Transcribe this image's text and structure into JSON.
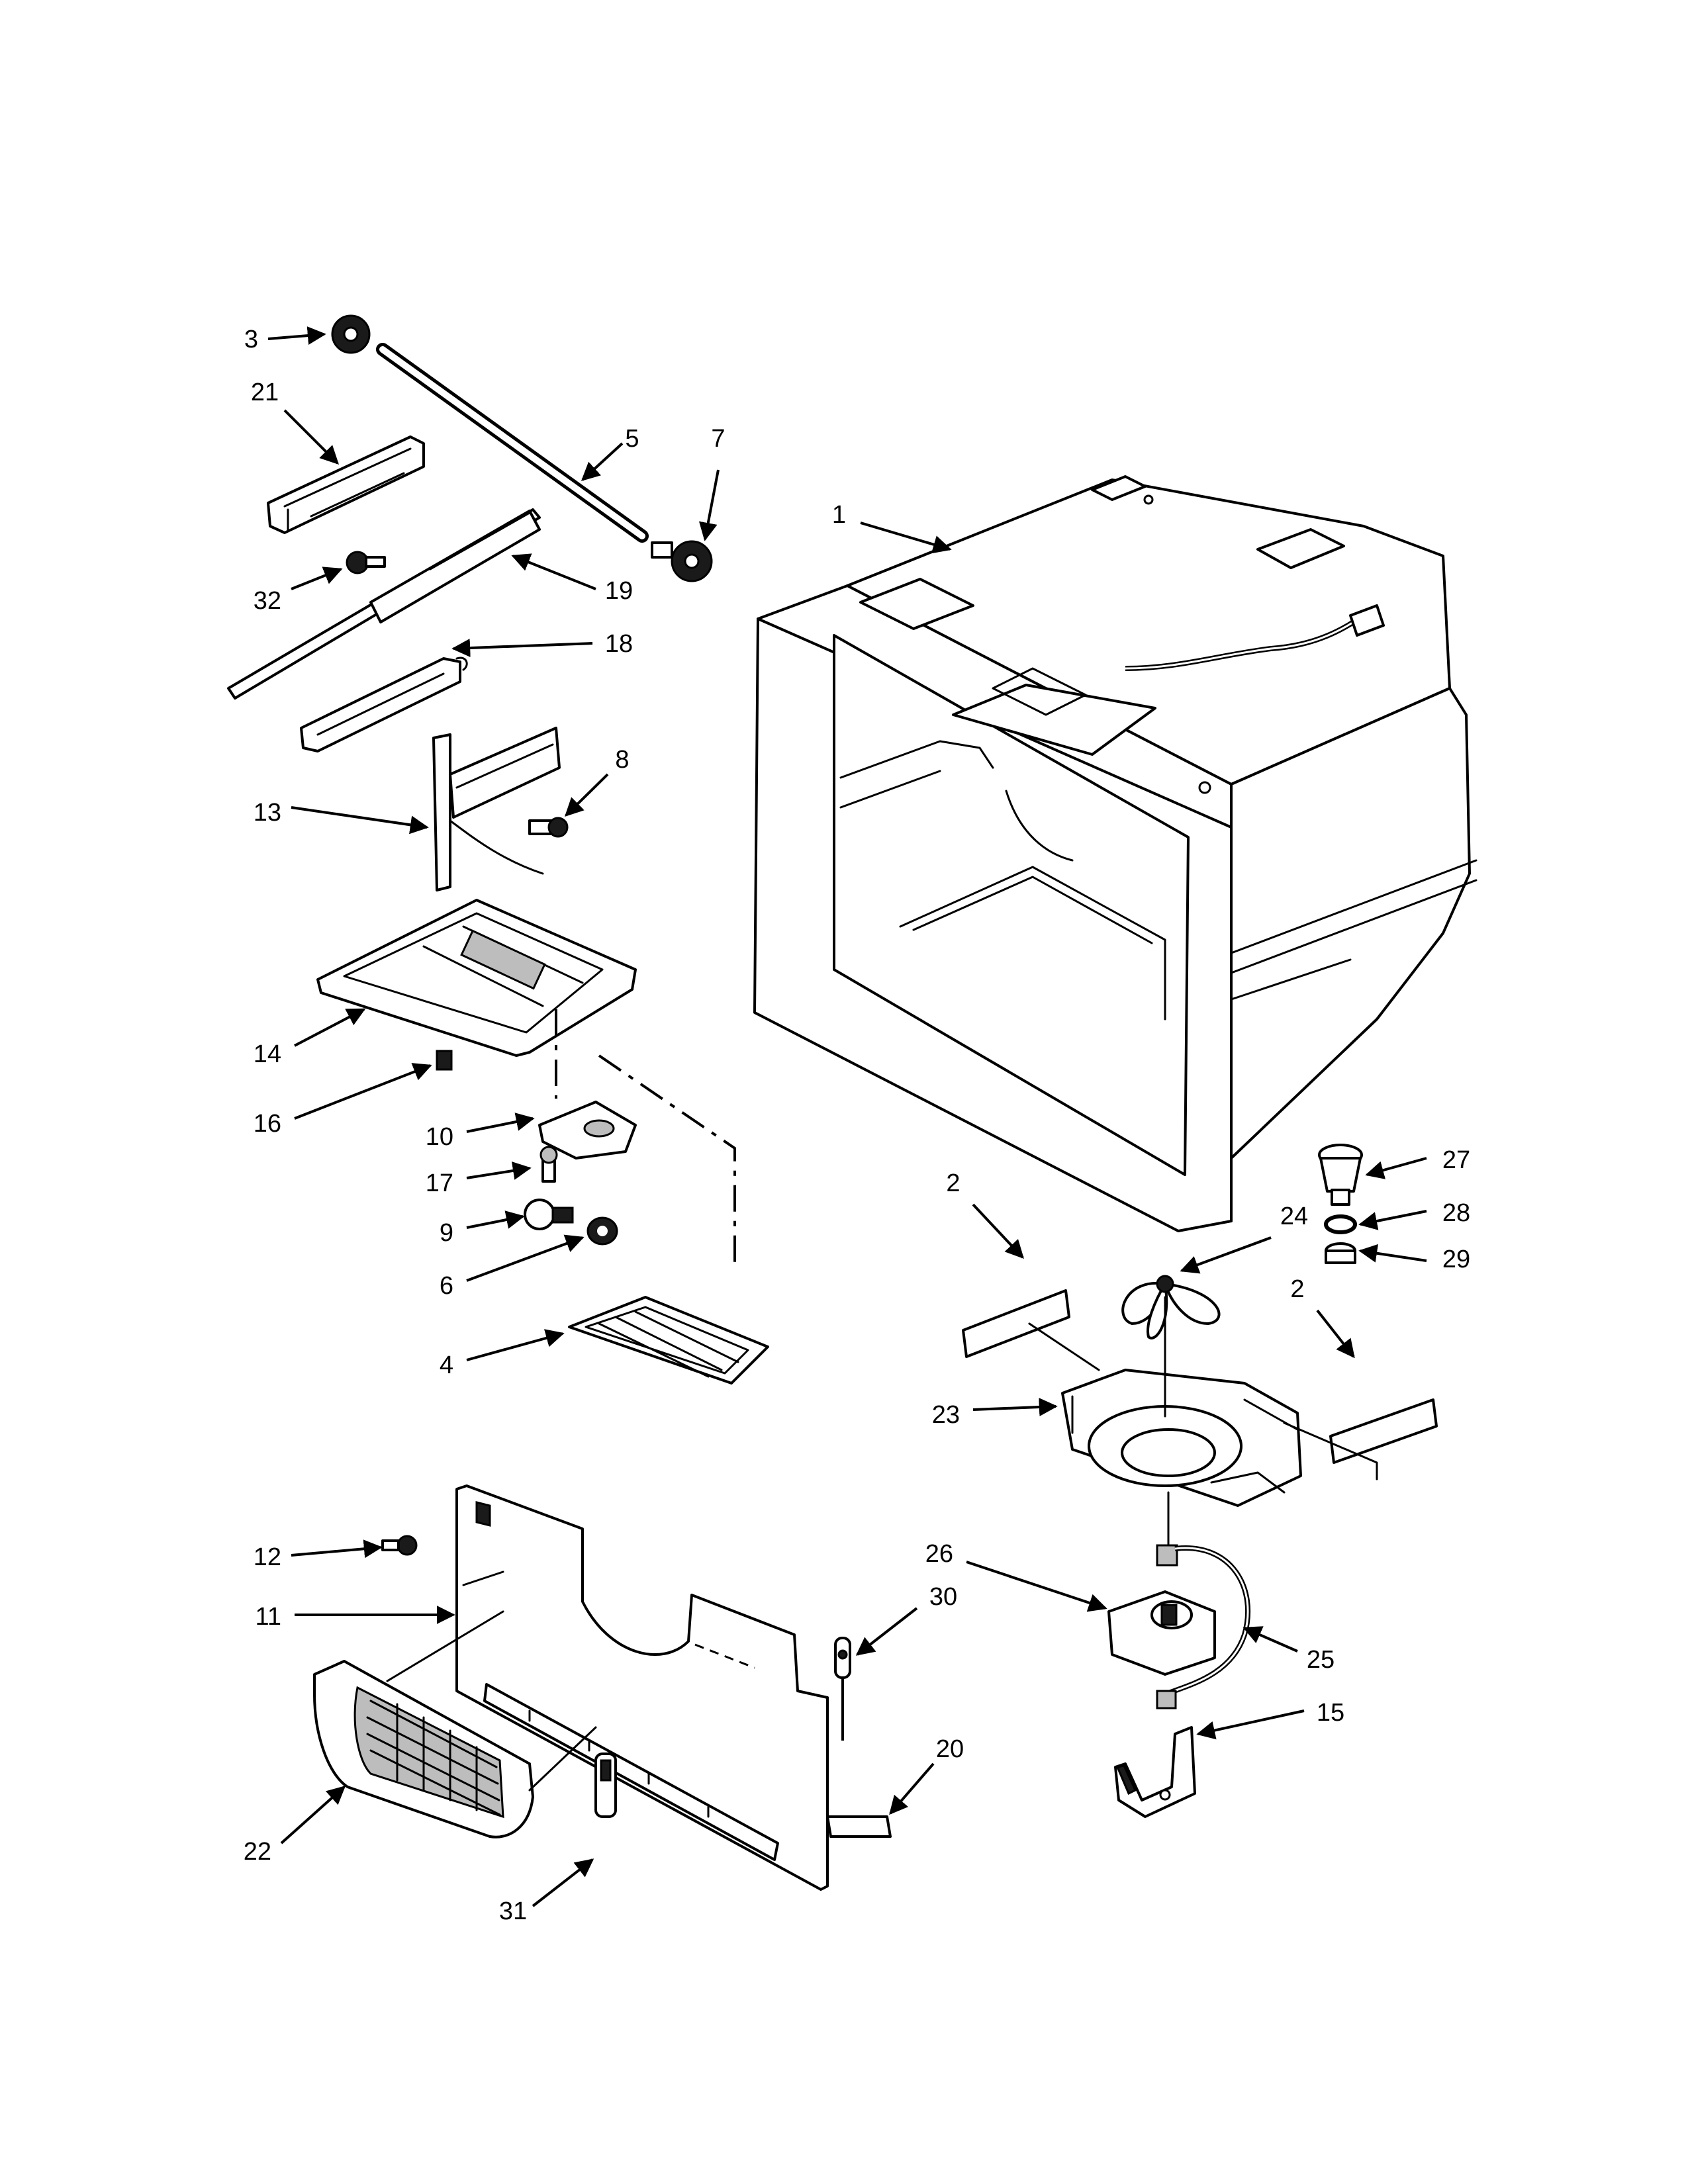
{
  "callouts": [
    {
      "id": "c1",
      "text": "1"
    },
    {
      "id": "c2a",
      "text": "2"
    },
    {
      "id": "c2b",
      "text": "2"
    },
    {
      "id": "c3",
      "text": "3"
    },
    {
      "id": "c4",
      "text": "4"
    },
    {
      "id": "c5",
      "text": "5"
    },
    {
      "id": "c6",
      "text": "6"
    },
    {
      "id": "c7",
      "text": "7"
    },
    {
      "id": "c8",
      "text": "8"
    },
    {
      "id": "c9",
      "text": "9"
    },
    {
      "id": "c10",
      "text": "10"
    },
    {
      "id": "c11",
      "text": "11"
    },
    {
      "id": "c12",
      "text": "12"
    },
    {
      "id": "c13",
      "text": "13"
    },
    {
      "id": "c14",
      "text": "14"
    },
    {
      "id": "c15",
      "text": "15"
    },
    {
      "id": "c16",
      "text": "16"
    },
    {
      "id": "c17",
      "text": "17"
    },
    {
      "id": "c18",
      "text": "18"
    },
    {
      "id": "c19",
      "text": "19"
    },
    {
      "id": "c20",
      "text": "20"
    },
    {
      "id": "c21",
      "text": "21"
    },
    {
      "id": "c22",
      "text": "22"
    },
    {
      "id": "c23",
      "text": "23"
    },
    {
      "id": "c24",
      "text": "24"
    },
    {
      "id": "c25",
      "text": "25"
    },
    {
      "id": "c26",
      "text": "26"
    },
    {
      "id": "c27",
      "text": "27"
    },
    {
      "id": "c28",
      "text": "28"
    },
    {
      "id": "c29",
      "text": "29"
    },
    {
      "id": "c30",
      "text": "30"
    },
    {
      "id": "c31",
      "text": "31"
    },
    {
      "id": "c32",
      "text": "32"
    }
  ]
}
